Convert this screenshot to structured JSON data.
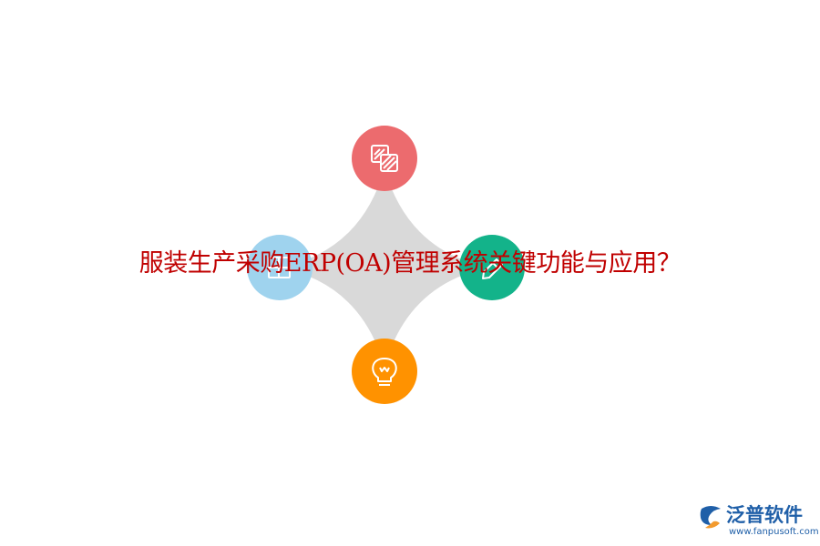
{
  "title": "服装生产采购ERP(OA)管理系统关键功能与应用？",
  "colors": {
    "title": "#c00000",
    "star": "#d9d9d9",
    "top_node": "#ec6b6e",
    "left_node": "#9fd3ee",
    "right_node": "#13b38a",
    "bottom_node": "#ff9200",
    "brand": "#1f5fa8"
  },
  "nodes": [
    {
      "position": "top",
      "icon": "copy-pages-icon"
    },
    {
      "position": "left",
      "icon": "grid-icon"
    },
    {
      "position": "right",
      "icon": "pencil-icon"
    },
    {
      "position": "bottom",
      "icon": "lightbulb-icon"
    }
  ],
  "watermark": {
    "name": "泛普软件",
    "url": "www.fanpusoft.com"
  }
}
